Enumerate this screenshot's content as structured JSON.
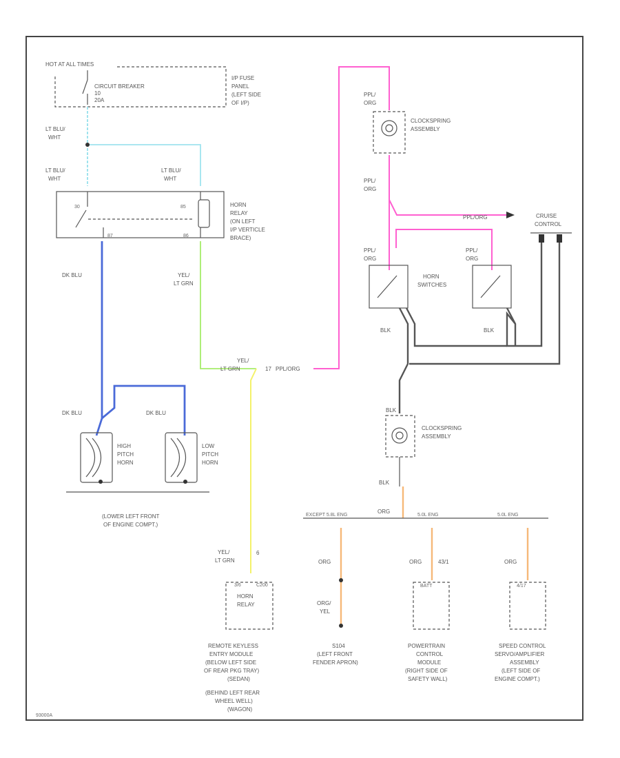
{
  "colors": {
    "light_blue": "#9fe3ee",
    "dark_blue": "#4a6ad8",
    "yellow_green": "#a6ec6a",
    "pink": "#ff5fd0",
    "pink_light": "#ff8ccf",
    "yellow": "#f4f26a",
    "orange": "#f6b878",
    "black": "#555555"
  },
  "fuse": {
    "hot_label": "HOT AT ALL TIMES",
    "breaker_label": [
      "CIRCUIT BREAKER",
      "10",
      "20A"
    ],
    "panel_label": [
      "I/P FUSE",
      "PANEL",
      "(LEFT SIDE",
      "OF I/P)"
    ]
  },
  "wires_left": {
    "ltblu_wht_1": [
      "LT BLU/",
      "WHT"
    ],
    "ltblu_wht_2": [
      "LT BLU/",
      "WHT"
    ],
    "ltblu_wht_3": [
      "LT BLU/",
      "WHT"
    ],
    "dkblu_1": "DK BLU",
    "dkblu_2": "DK BLU",
    "dkblu_3": "DK BLU",
    "yel_ltgrn_1": [
      "YEL/",
      "LT GRN"
    ],
    "yel_ltgrn_2": [
      "YEL/",
      "LT GRN"
    ],
    "yel_ltgrn_3": [
      "YEL/",
      "LT GRN"
    ],
    "ppl_org_join": "PPL/ORG"
  },
  "horn_relay": {
    "pins": [
      "30",
      "85",
      "87",
      "86"
    ],
    "label": [
      "HORN",
      "RELAY",
      "(ON LEFT",
      "I/P VERTICLE",
      "BRACE)"
    ]
  },
  "horns": {
    "high": [
      "HIGH",
      "PITCH",
      "HORN"
    ],
    "low": [
      "LOW",
      "PITCH",
      "HORN"
    ],
    "location": [
      "(LOWER LEFT FRONT",
      "OF ENGINE COMPT.)"
    ]
  },
  "right": {
    "ppl_org_1": [
      "PPL/",
      "ORG"
    ],
    "ppl_org_2": [
      "PPL/",
      "ORG"
    ],
    "ppl_org_3": [
      "PPL/",
      "ORG"
    ],
    "ppl_org_4": [
      "PPL/",
      "ORG"
    ],
    "ppl_org_arrow": "PPL/ORG",
    "clockspring_top": [
      "CLOCKSPRING",
      "ASSEMBLY"
    ],
    "clockspring_bottom": [
      "CLOCKSPRING",
      "ASSEMBLY"
    ],
    "cruise": [
      "CRUISE",
      "CONTROL"
    ],
    "horn_switches": [
      "HORN",
      "SWITCHES"
    ],
    "blk_1": "BLK",
    "blk_2": "BLK",
    "blk_3": "BLK",
    "blk_4": "BLK"
  },
  "bottom": {
    "bus_labels": [
      "EXCEPT 5.8L ENG",
      "5.0L ENG",
      "5.0L ENG"
    ],
    "org_top": "ORG",
    "org_1": "ORG",
    "org_yel": [
      "ORG/",
      "YEL"
    ],
    "org_2": "ORG",
    "org_2_pin": "43/1",
    "org_3": "ORG",
    "pin_6": "6",
    "rke_pins": [
      "3/6",
      "C200"
    ],
    "rke_box": [
      "HORN",
      "RELAY"
    ],
    "rke_label": [
      "REMOTE KEYLESS",
      "ENTRY MODULE",
      "(BELOW LEFT SIDE",
      "OF REAR PKG TRAY)",
      "(SEDAN)"
    ],
    "rke_label2": [
      "(BEHIND LEFT REAR",
      "WHEEL WELL)",
      "(WAGON)"
    ],
    "s104": [
      "S104",
      "(LEFT FRONT",
      "FENDER APRON)"
    ],
    "pcm_pin": "BATT",
    "pcm_label": [
      "POWERTRAIN",
      "CONTROL",
      "MODULE",
      "(RIGHT SIDE OF",
      "SAFETY WALL)"
    ],
    "servo_pin": "4/17",
    "servo_label": [
      "SPEED CONTROL",
      "SERVO/AMPLIFIER",
      "ASSEMBLY",
      "(LEFT SIDE OF",
      "ENGINE COMPT.)"
    ],
    "corner_code": "93000A"
  }
}
